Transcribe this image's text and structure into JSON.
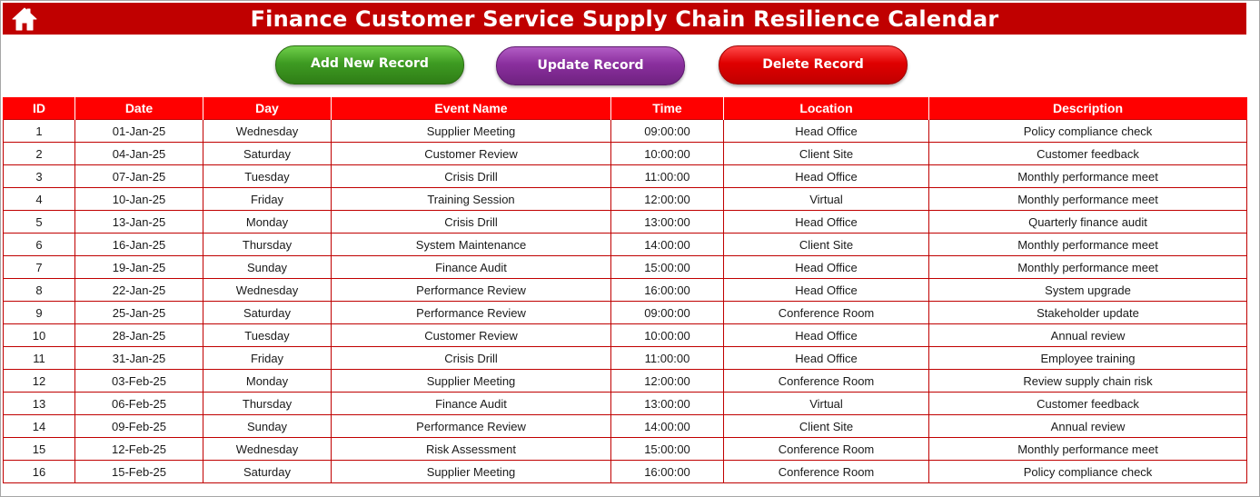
{
  "header": {
    "title": "Finance Customer Service Supply Chain Resilience Calendar",
    "home_icon": "home-icon"
  },
  "toolbar": {
    "add_label": "Add New Record",
    "update_label": "Update Record",
    "delete_label": "Delete Record"
  },
  "colors": {
    "title_bar": "#c00000",
    "table_header": "#ff0000",
    "grid_border": "#c00000",
    "add_button": "#3e9b22",
    "update_button": "#8a2f9e",
    "delete_button": "#e00000"
  },
  "table": {
    "columns": [
      "ID",
      "Date",
      "Day",
      "Event Name",
      "Time",
      "Location",
      "Description"
    ],
    "rows": [
      [
        "1",
        "01-Jan-25",
        "Wednesday",
        "Supplier Meeting",
        "09:00:00",
        "Head Office",
        "Policy compliance check"
      ],
      [
        "2",
        "04-Jan-25",
        "Saturday",
        "Customer Review",
        "10:00:00",
        "Client Site",
        "Customer feedback"
      ],
      [
        "3",
        "07-Jan-25",
        "Tuesday",
        "Crisis Drill",
        "11:00:00",
        "Head Office",
        "Monthly performance meet"
      ],
      [
        "4",
        "10-Jan-25",
        "Friday",
        "Training Session",
        "12:00:00",
        "Virtual",
        "Monthly performance meet"
      ],
      [
        "5",
        "13-Jan-25",
        "Monday",
        "Crisis Drill",
        "13:00:00",
        "Head Office",
        "Quarterly finance audit"
      ],
      [
        "6",
        "16-Jan-25",
        "Thursday",
        "System Maintenance",
        "14:00:00",
        "Client Site",
        "Monthly performance meet"
      ],
      [
        "7",
        "19-Jan-25",
        "Sunday",
        "Finance Audit",
        "15:00:00",
        "Head Office",
        "Monthly performance meet"
      ],
      [
        "8",
        "22-Jan-25",
        "Wednesday",
        "Performance Review",
        "16:00:00",
        "Head Office",
        "System upgrade"
      ],
      [
        "9",
        "25-Jan-25",
        "Saturday",
        "Performance Review",
        "09:00:00",
        "Conference Room",
        "Stakeholder update"
      ],
      [
        "10",
        "28-Jan-25",
        "Tuesday",
        "Customer Review",
        "10:00:00",
        "Head Office",
        "Annual review"
      ],
      [
        "11",
        "31-Jan-25",
        "Friday",
        "Crisis Drill",
        "11:00:00",
        "Head Office",
        "Employee training"
      ],
      [
        "12",
        "03-Feb-25",
        "Monday",
        "Supplier Meeting",
        "12:00:00",
        "Conference Room",
        "Review supply chain risk"
      ],
      [
        "13",
        "06-Feb-25",
        "Thursday",
        "Finance Audit",
        "13:00:00",
        "Virtual",
        "Customer feedback"
      ],
      [
        "14",
        "09-Feb-25",
        "Sunday",
        "Performance Review",
        "14:00:00",
        "Client Site",
        "Annual review"
      ],
      [
        "15",
        "12-Feb-25",
        "Wednesday",
        "Risk Assessment",
        "15:00:00",
        "Conference Room",
        "Monthly performance meet"
      ],
      [
        "16",
        "15-Feb-25",
        "Saturday",
        "Supplier Meeting",
        "16:00:00",
        "Conference Room",
        "Policy compliance check"
      ]
    ]
  }
}
